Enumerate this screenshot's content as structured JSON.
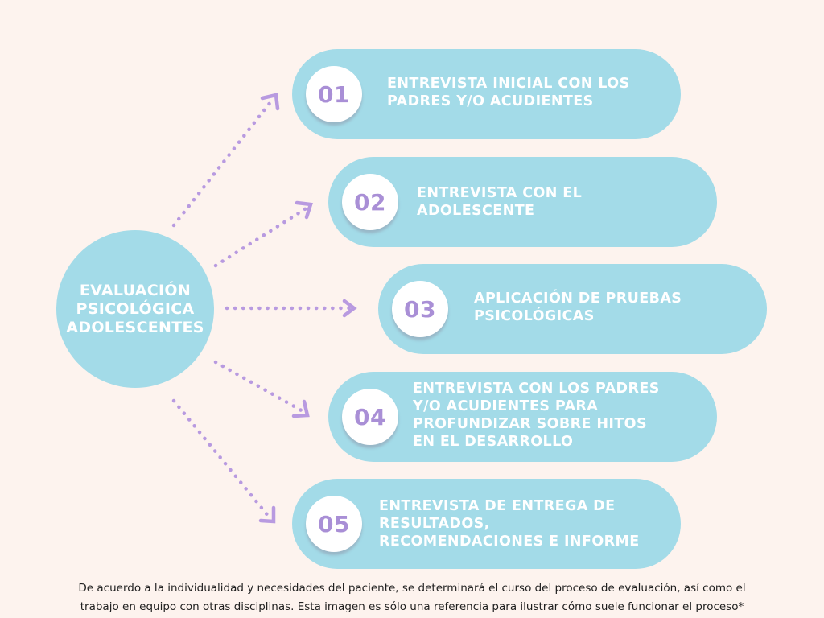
{
  "center": {
    "label": "EVALUACIÓN\nPSICOLÓGICA\nADOLESCENTES"
  },
  "steps": [
    {
      "number": "01",
      "label": "ENTREVISTA INICIAL CON LOS\nPADRES Y/O ACUDIENTES"
    },
    {
      "number": "02",
      "label": "ENTREVISTA CON EL\nADOLESCENTE"
    },
    {
      "number": "03",
      "label": "APLICACIÓN DE PRUEBAS\nPSICOLÓGICAS"
    },
    {
      "number": "04",
      "label": "ENTREVISTA CON LOS PADRES\nY/O ACUDIENTES PARA\nPROFUNDIZAR SOBRE HITOS\nEN EL DESARROLLO"
    },
    {
      "number": "05",
      "label": "ENTREVISTA DE ENTREGA DE\nRESULTADOS,\nRECOMENDACIONES  E INFORME"
    }
  ],
  "footnote": "De acuerdo a la individualidad y necesidades del paciente, se determinará el curso del proceso de evaluación, así como el\ntrabajo en equipo con otras disciplinas. Esta imagen es sólo una referencia para ilustrar cómo suele funcionar el proceso*",
  "colors": {
    "background": "#fdf3ee",
    "pill": "#a3dbe8",
    "arrow": "#b89ae0",
    "number": "#a98fd6",
    "text": "#ffffff"
  }
}
